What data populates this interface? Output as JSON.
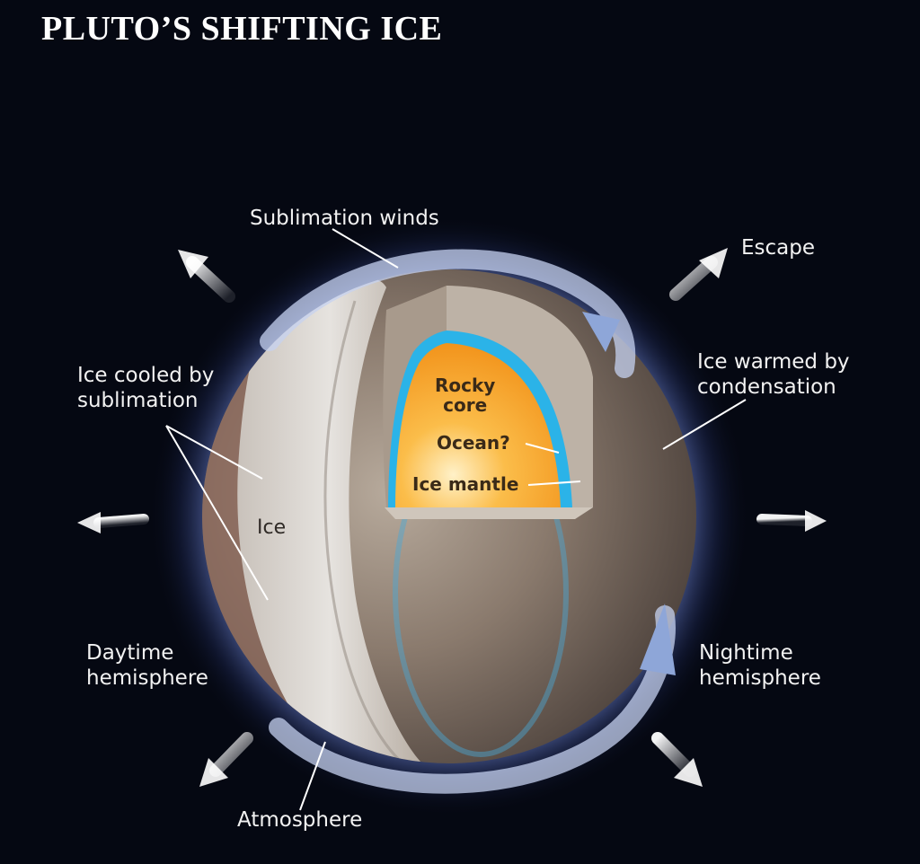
{
  "title": "PLUTO’S SHIFTING ICE",
  "labels": {
    "sublimation_winds": "Sublimation winds",
    "escape": "Escape",
    "ice_cooled": [
      "Ice cooled by",
      "sublimation"
    ],
    "ice_warmed": [
      "Ice warmed by",
      "condensation"
    ],
    "ice": "Ice",
    "daytime": [
      "Daytime",
      "hemisphere"
    ],
    "nightime": [
      "Nightime",
      "hemisphere"
    ],
    "atmosphere": "Atmosphere",
    "rocky_core": [
      "Rocky",
      "core"
    ],
    "ocean": "Ocean?",
    "ice_mantle": "Ice mantle"
  },
  "colors": {
    "background": "#050812",
    "core_orange": "#f5a623",
    "ocean_blue": "#2bb3e8",
    "glow": "#9fb4ff",
    "ice_white": "#dcdcd8",
    "night_surface": "#6d6058"
  }
}
